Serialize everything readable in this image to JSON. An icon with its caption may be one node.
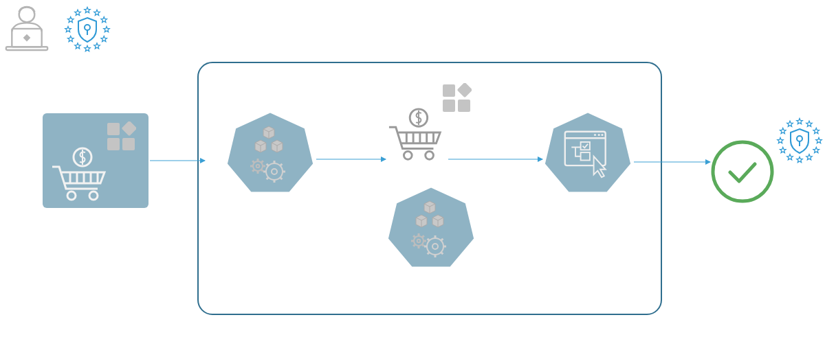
{
  "diagram": {
    "nodes": [
      {
        "text": [],
        "shape": "box"
      },
      {
        "text": [],
        "shape": "box"
      },
      {
        "text": [],
        "shape": "heptagon",
        "in": 1
      },
      {
        "text": [],
        "shape": "picture",
        "in": 1
      },
      {
        "text": [],
        "shape": "heptagon",
        "in": 1
      },
      {
        "text": [],
        "shape": "heptagon",
        "in": 1
      },
      {
        "text": [],
        "shape": "circle"
      }
    ],
    "edges": [
      {
        "from": 0,
        "to": 1,
        "arrow": "to"
      },
      {
        "from": 2,
        "to": 3,
        "arrow": "to"
      },
      {
        "from": 3,
        "to": 5,
        "arrow": "to"
      },
      {
        "from": 5,
        "to": 6,
        "arrow": "to"
      }
    ]
  }
}
